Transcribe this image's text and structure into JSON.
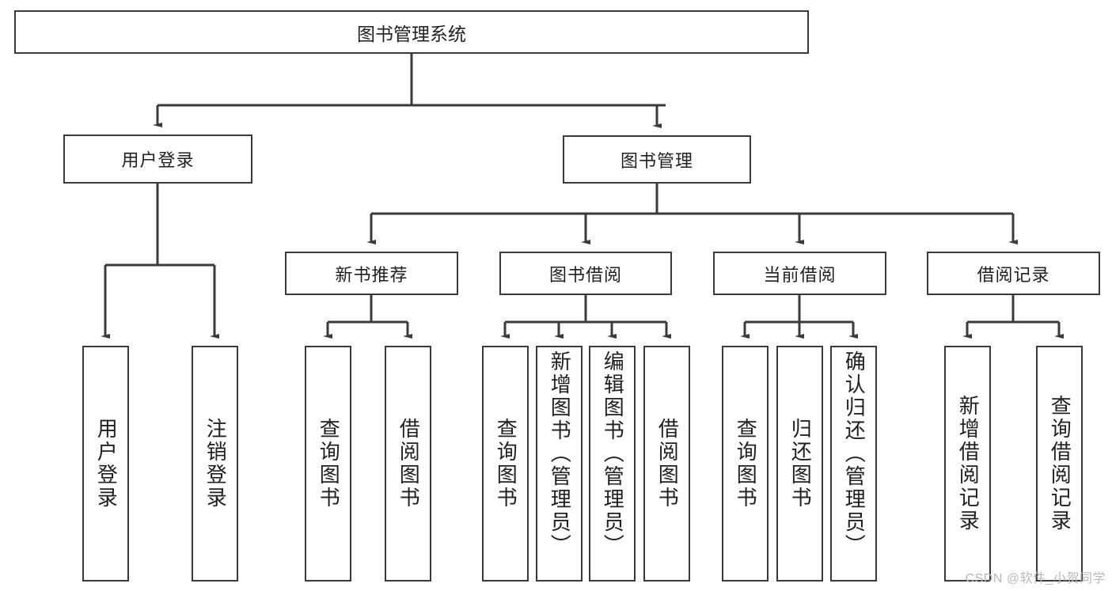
{
  "diagram": {
    "title": "图书管理系统",
    "type": "tree",
    "orientation": "top-down",
    "watermark": "CSDN @软件_小贺同学",
    "style": {
      "background": "#ffffff",
      "box_border": "#3a3a3a",
      "box_fill": "#ffffff",
      "text_color": "#1f1f1f",
      "line_color": "#3a3a3a",
      "watermark_color": "#b9b9b9"
    },
    "root": {
      "label": "图书管理系统"
    },
    "level2": [
      {
        "label": "用户登录"
      },
      {
        "label": "图书管理"
      }
    ],
    "level3": [
      {
        "label": "新书推荐"
      },
      {
        "label": "图书借阅"
      },
      {
        "label": "当前借阅"
      },
      {
        "label": "借阅记录"
      }
    ],
    "leaves": {
      "user_login": [
        {
          "label": "用户登录"
        },
        {
          "label": "注销登录"
        }
      ],
      "new_book_recommend": [
        {
          "label": "查询图书"
        },
        {
          "label": "借阅图书"
        }
      ],
      "book_borrow": [
        {
          "label": "查询图书"
        },
        {
          "label": "新增图书（管理员）"
        },
        {
          "label": "编辑图书（管理员）"
        },
        {
          "label": "借阅图书"
        }
      ],
      "current_borrow": [
        {
          "label": "查询图书"
        },
        {
          "label": "归还图书"
        },
        {
          "label": "确认归还（管理员）"
        }
      ],
      "borrow_record": [
        {
          "label": "新增借阅记录"
        },
        {
          "label": "查询借阅记录"
        }
      ]
    }
  }
}
